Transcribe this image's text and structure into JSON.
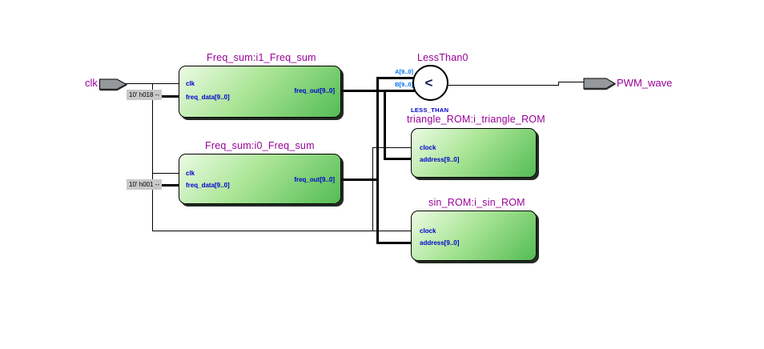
{
  "diagram": {
    "background": "#ffffff",
    "wire_color": "#000000",
    "title_color": "#990099",
    "port_label_color": "#0000cc",
    "comparator_port_color": "#0072f0",
    "block_gradient_start": "#ecfbe4",
    "block_gradient_end": "#54bc54",
    "constant_bg": "#c8c8c8",
    "pin_fill": "#95999b"
  },
  "pins": {
    "input": {
      "label": "clk"
    },
    "output": {
      "label": "PWM_wave"
    }
  },
  "constants": [
    {
      "value": "10' h018 --"
    },
    {
      "value": "10' h001 --"
    }
  ],
  "blocks": [
    {
      "title": "Freq_sum:i1_Freq_sum",
      "ports_left": [
        "clk",
        "freq_data[9..0]"
      ],
      "ports_right": [
        "freq_out[9..0]"
      ]
    },
    {
      "title": "Freq_sum:i0_Freq_sum",
      "ports_left": [
        "clk",
        "freq_data[9..0]"
      ],
      "ports_right": [
        "freq_out[9..0]"
      ]
    },
    {
      "title": "triangle_ROM:i_triangle_ROM",
      "ports_left": [
        "clock",
        "address[9..0]"
      ],
      "ports_right": []
    },
    {
      "title": "sin_ROM:i_sin_ROM",
      "ports_left": [
        "clock",
        "address[9..0]"
      ],
      "ports_right": []
    }
  ],
  "comparator": {
    "title": "LessThan0",
    "symbol": "<",
    "type_label": "LESS_THAN",
    "port_a": "A[9..0]",
    "port_b": "B[9..0]"
  }
}
